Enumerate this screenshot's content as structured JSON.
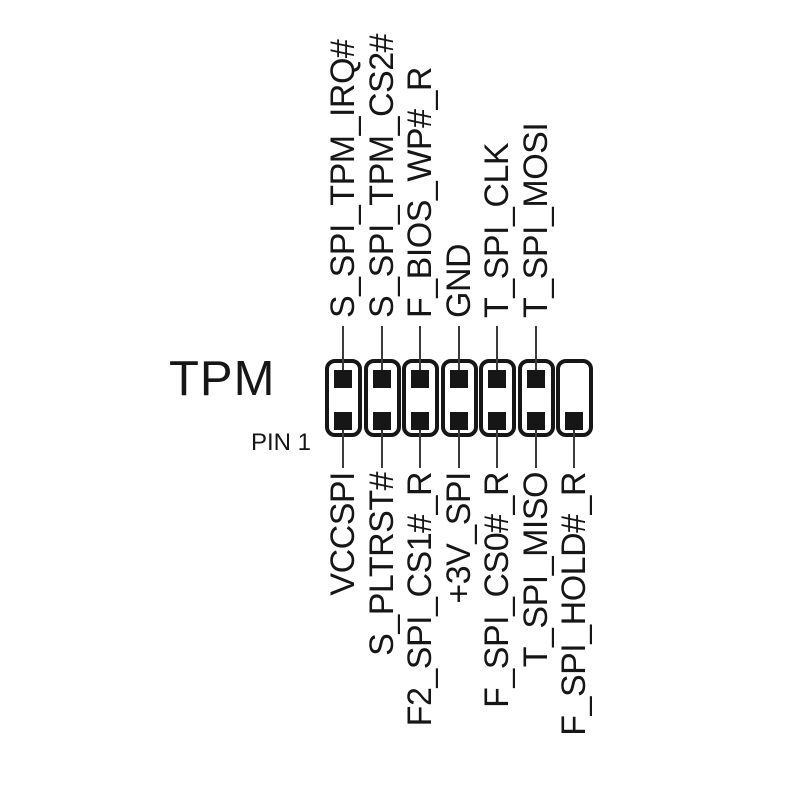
{
  "title": "TPM",
  "pin1_label": "PIN 1",
  "colors": {
    "ink": "#161616",
    "line": "#3c3c3c",
    "background": "#ffffff"
  },
  "connector": {
    "columns": [
      {
        "top_label": "S_SPI_TPM_IRQ#",
        "bottom_label": "VCCSPI",
        "has_top_pin": true,
        "has_bottom_pin": true
      },
      {
        "top_label": "S_SPI_TPM_CS2#",
        "bottom_label": "S_PLTRST#",
        "has_top_pin": true,
        "has_bottom_pin": true
      },
      {
        "top_label": "F_BIOS_WP#_R",
        "bottom_label": "F2_SPI_CS1#_R",
        "has_top_pin": true,
        "has_bottom_pin": true
      },
      {
        "top_label": "GND",
        "bottom_label": "+3V_SPI",
        "has_top_pin": true,
        "has_bottom_pin": true
      },
      {
        "top_label": "T_SPI_CLK",
        "bottom_label": "F_SPI_CS0#_R",
        "has_top_pin": true,
        "has_bottom_pin": true
      },
      {
        "top_label": "T_SPI_MOSI",
        "bottom_label": "T_SPI_MISO",
        "has_top_pin": true,
        "has_bottom_pin": true
      },
      {
        "top_label": "",
        "bottom_label": "F_SPI_HOLD#_R",
        "has_top_pin": false,
        "has_bottom_pin": true
      }
    ]
  }
}
